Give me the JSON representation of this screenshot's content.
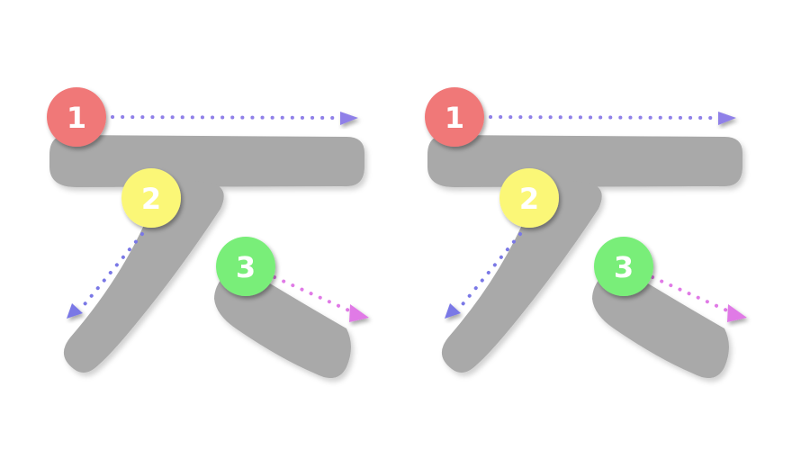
{
  "character": "ㅈ",
  "panels": [
    {
      "strokes": [
        {
          "order_label": "1",
          "badge_color": "#f07878",
          "arrow_color": "#8f80e8"
        },
        {
          "order_label": "2",
          "badge_color": "#fbf777",
          "arrow_color": "#7a78e6"
        },
        {
          "order_label": "3",
          "badge_color": "#79ee79",
          "arrow_color": "#e07ae6"
        }
      ]
    },
    {
      "strokes": [
        {
          "order_label": "1",
          "badge_color": "#f07878",
          "arrow_color": "#8f80e8"
        },
        {
          "order_label": "2",
          "badge_color": "#fbf777",
          "arrow_color": "#7a78e6"
        },
        {
          "order_label": "3",
          "badge_color": "#79ee79",
          "arrow_color": "#e07ae6"
        }
      ]
    }
  ],
  "stroke_fill_color": "#a9a9a9",
  "badge_text_color": "#ffffff"
}
